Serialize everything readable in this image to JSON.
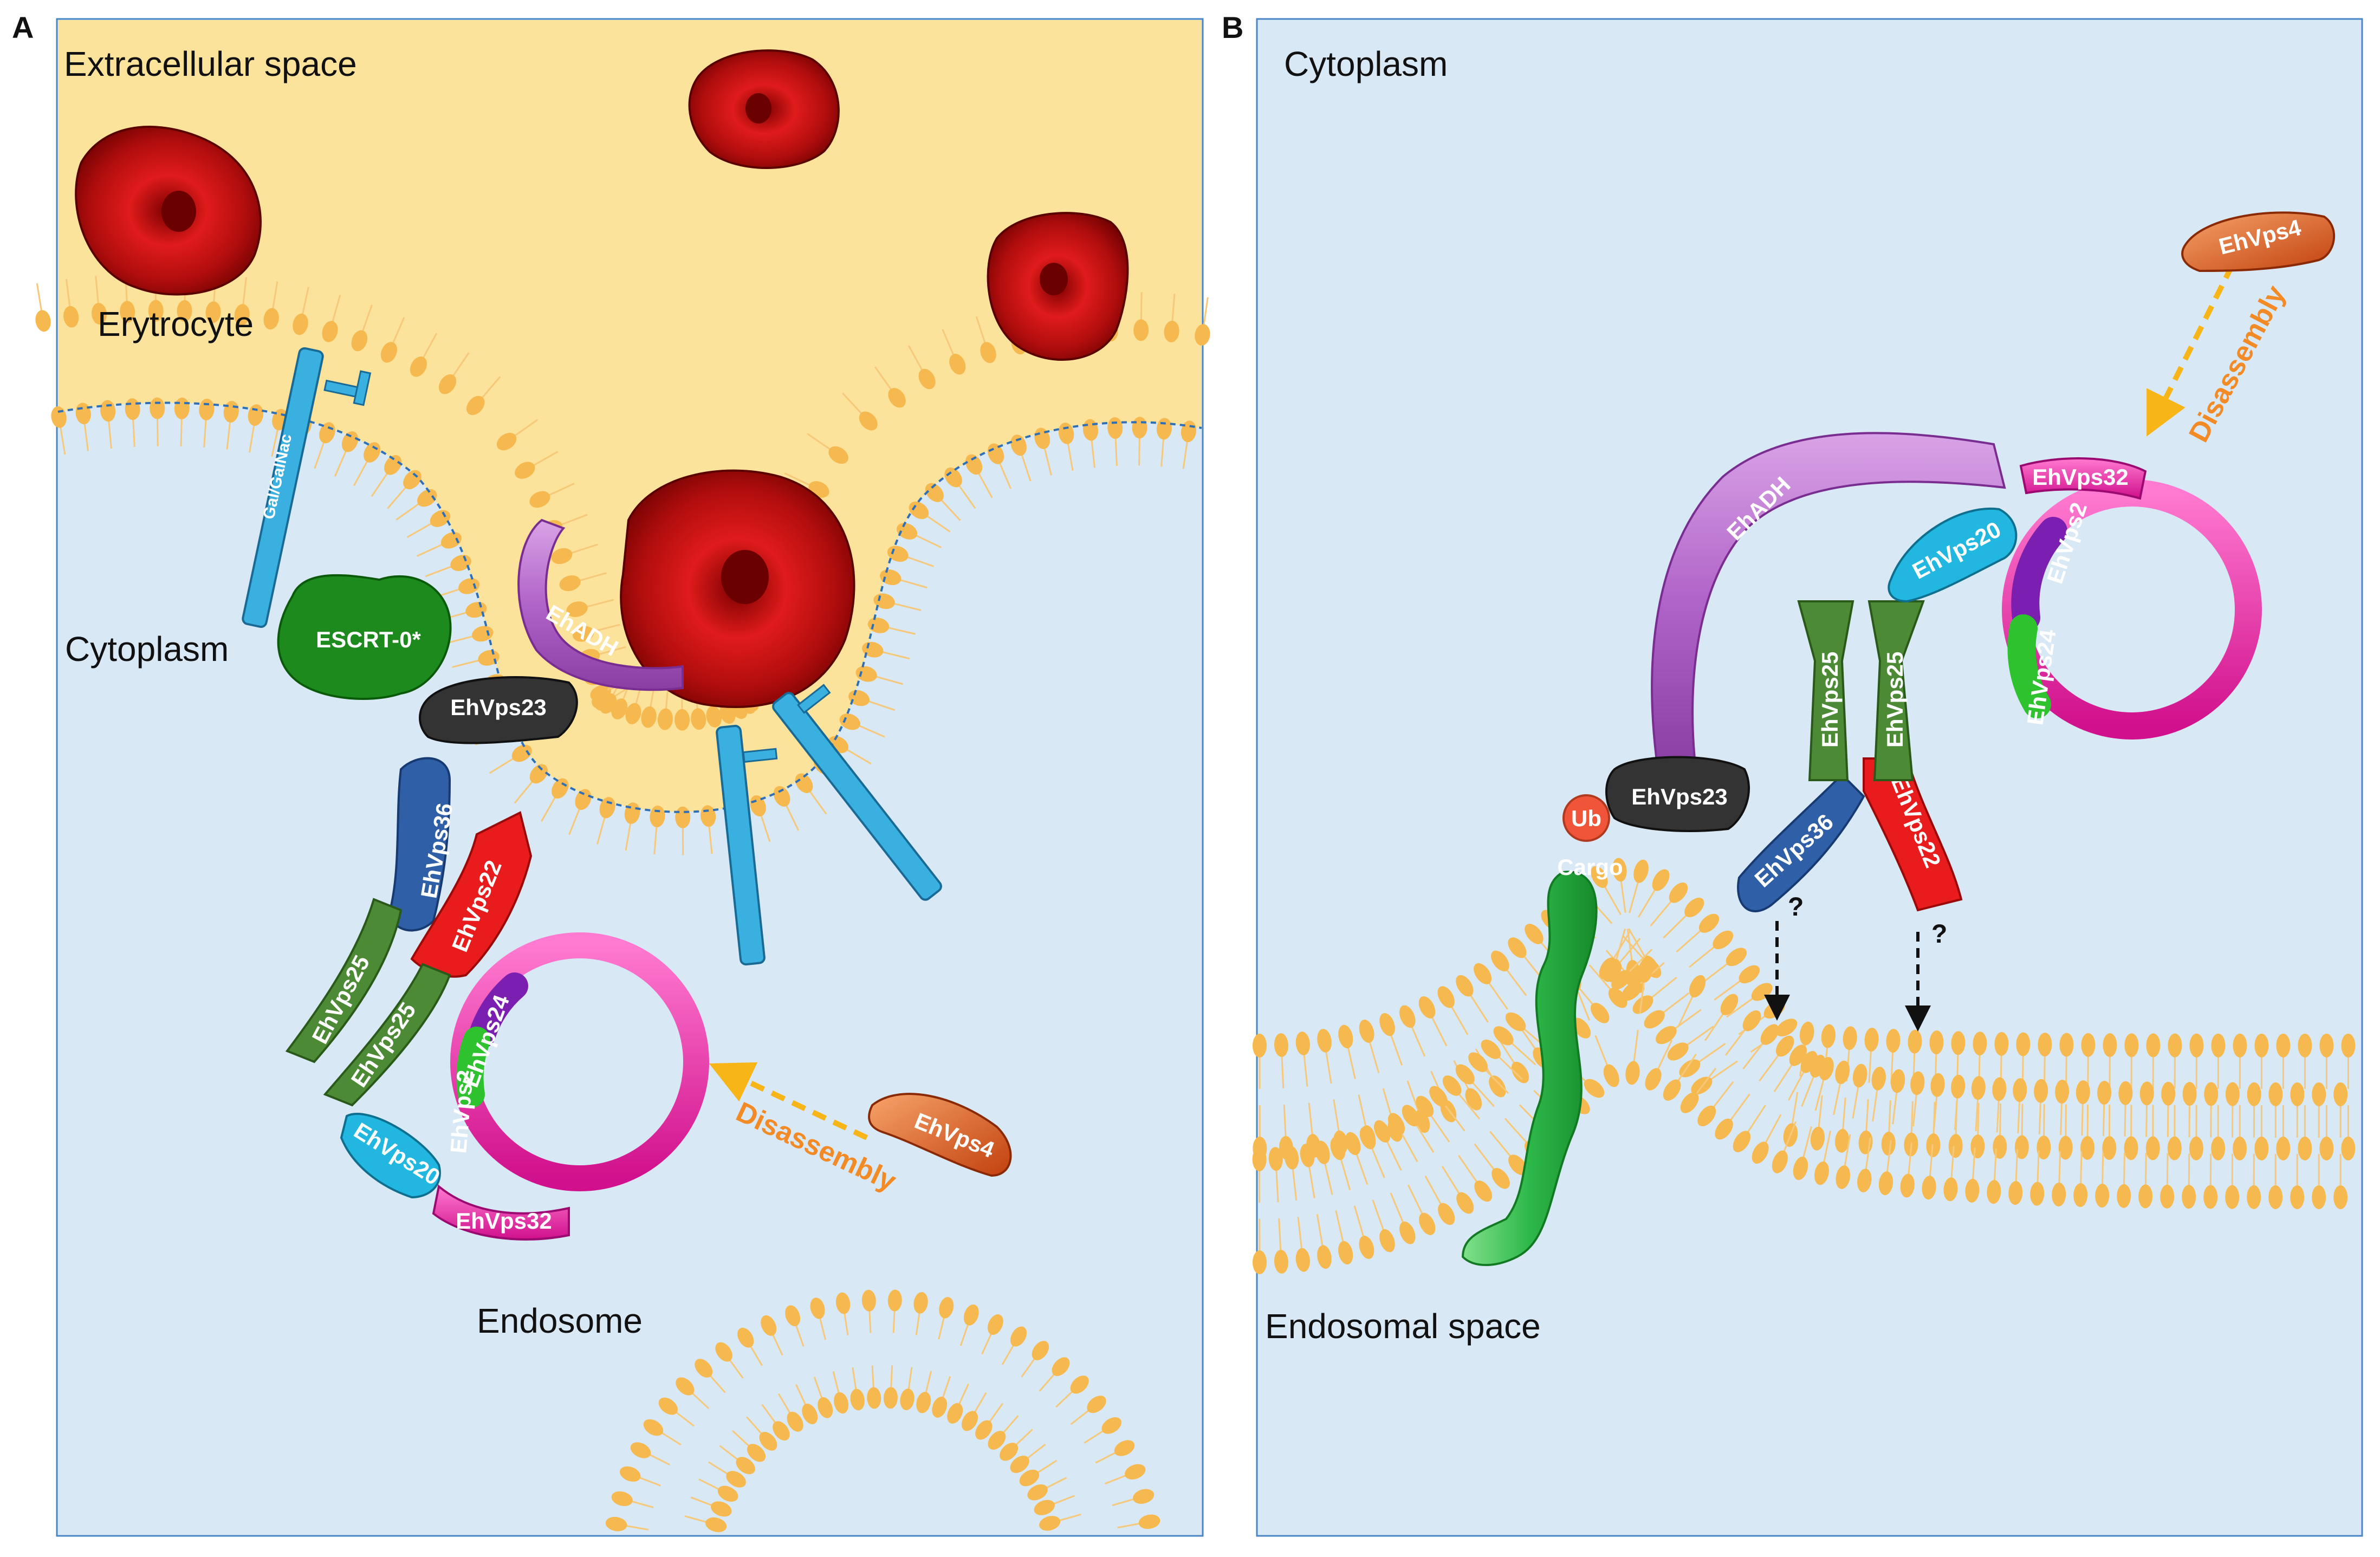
{
  "panels": {
    "a": {
      "letter": "A",
      "extracellular": "Extracellular space",
      "erythrocyte": "Erytrocyte",
      "cytoplasm": "Cytoplasm",
      "endosome": "Endosome",
      "receptor": "Gal/GalNac",
      "escrt0": "ESCRT-0*",
      "ehadh": "EhADH",
      "vps23": "EhVps23",
      "vps36": "EhVps36",
      "vps22": "EhVps22",
      "vps25a": "EhVps25",
      "vps25b": "EhVps25",
      "vps20": "EhVps20",
      "vps32": "EhVps32",
      "vps24": "EhVps24",
      "vps2": "EhVps2",
      "vps4": "EhVps4",
      "disassembly": "Disassembly"
    },
    "b": {
      "letter": "B",
      "cytoplasm": "Cytoplasm",
      "endosomal": "Endosomal space",
      "ub": "Ub",
      "cargo": "Cargo",
      "ehadh": "EhADH",
      "vps23": "EhVps23",
      "vps36": "EhVps36",
      "vps22": "EhVps22",
      "vps25a": "EhVps25",
      "vps25b": "EhVps25",
      "vps20": "EhVps20",
      "vps32": "EhVps32",
      "vps24": "EhVps24",
      "vps2": "EhVps2",
      "vps4": "EhVps4",
      "disassembly": "Disassembly",
      "q1": "?",
      "q2": "?"
    }
  },
  "colors": {
    "extracellular": "#fce39c",
    "cytoplasm": "#d9e8f5",
    "lipid": "#f5b94f",
    "erythrocyte": "#a80d0d",
    "escrt0": "#1d8a1d",
    "ehadh": "#b063c8",
    "vps23": "#333333",
    "vps36": "#2f5fa6",
    "vps22": "#e81c1c",
    "vps25": "#4d8a35",
    "vps20": "#21b7e0",
    "vps32": "#e01ca0",
    "vps24": "#7a1fb0",
    "vps2": "#2ec22e",
    "vps4": "#d8561a",
    "receptor": "#3ab0e0",
    "ub": "#f0553a",
    "cargo": "#2db84a",
    "arrow": "#f7b518"
  }
}
